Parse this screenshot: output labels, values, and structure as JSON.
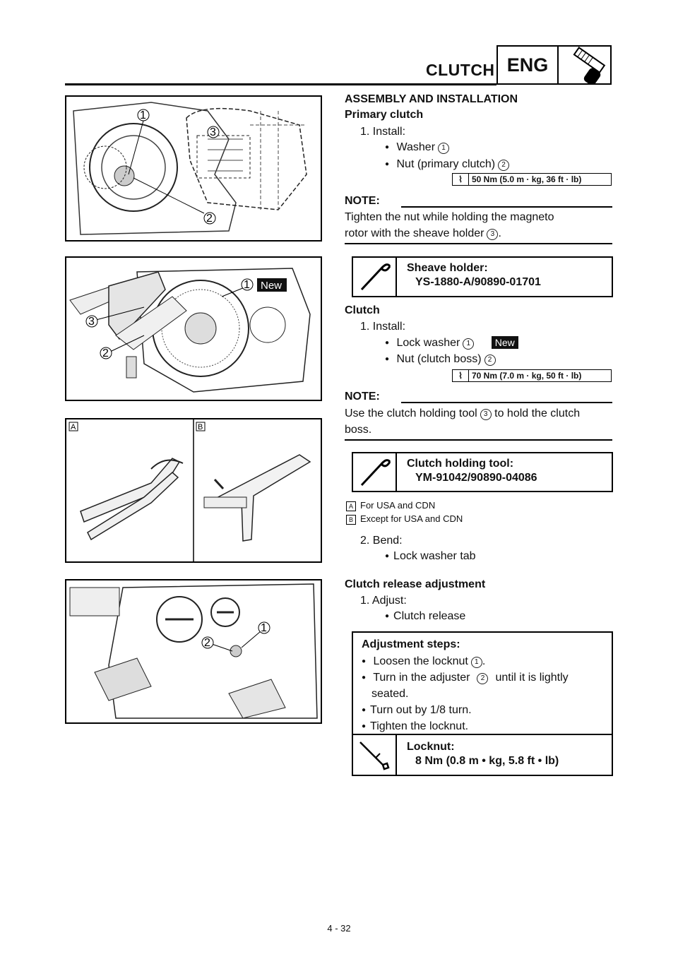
{
  "header": {
    "title": "CLUTCH",
    "tag": "ENG",
    "icon": "engine-wrench-icon"
  },
  "figures": {
    "fig1": {
      "callouts": [
        "1",
        "2",
        "3"
      ]
    },
    "fig2": {
      "callouts": [
        "1",
        "2",
        "3"
      ],
      "new_label": "New"
    },
    "fig3": {
      "panel_a": "A",
      "panel_b": "B"
    },
    "fig4": {
      "callouts": [
        "1",
        "2"
      ]
    }
  },
  "section1": {
    "heading": "ASSEMBLY AND INSTALLATION",
    "subheading": "Primary clutch",
    "step": "1. Install:",
    "items": [
      {
        "text": "Washer",
        "num": "1"
      },
      {
        "text": "Nut (primary clutch)",
        "num": "2"
      }
    ],
    "torque": "50 Nm (5.0 m · kg, 36 ft · lb)",
    "note_label": "NOTE:",
    "note_line1": "Tighten the nut while holding the magneto",
    "note_line2": "rotor with the sheave holder",
    "note_num": "3",
    "tool_name": "Sheave holder:",
    "tool_part": "YS-1880-A/90890-01701"
  },
  "section2": {
    "subheading": "Clutch",
    "step": "1. Install:",
    "items": [
      {
        "text": "Lock washer",
        "num": "1",
        "new": "New"
      },
      {
        "text": "Nut (clutch boss)",
        "num": "2"
      }
    ],
    "torque": "70 Nm (7.0 m · kg, 50 ft · lb)",
    "note_label": "NOTE:",
    "note_line1": "Use the clutch holding tool",
    "note_num": "3",
    "note_line1b": "to hold the clutch",
    "note_line2": "boss.",
    "tool_name": "Clutch holding tool:",
    "tool_part": "YM-91042/90890-04086",
    "legend": [
      {
        "key": "A",
        "text": "For USA and CDN"
      },
      {
        "key": "B",
        "text": "Except for USA and CDN"
      }
    ],
    "step2": "2. Bend:",
    "step2_item": "Lock washer tab"
  },
  "section3": {
    "subheading": "Clutch release adjustment",
    "step": "1. Adjust:",
    "item": "Clutch release",
    "steps_title": "Adjustment steps:",
    "steps": [
      {
        "text": "Loosen the locknut",
        "num": "1",
        "tail": "."
      },
      {
        "text": "Turn in the adjuster",
        "num": "2",
        "tail": "until it is lightly"
      },
      {
        "text": "seated.",
        "num": "",
        "tail": ""
      },
      {
        "text": "Turn out by 1/8 turn.",
        "num": "",
        "tail": ""
      },
      {
        "text": "Tighten the locknut.",
        "num": "",
        "tail": ""
      }
    ],
    "locknut_label": "Locknut:",
    "locknut_value": "8 Nm (0.8 m • kg, 5.8 ft • lb)"
  },
  "footer": {
    "page": "4 - 32"
  }
}
